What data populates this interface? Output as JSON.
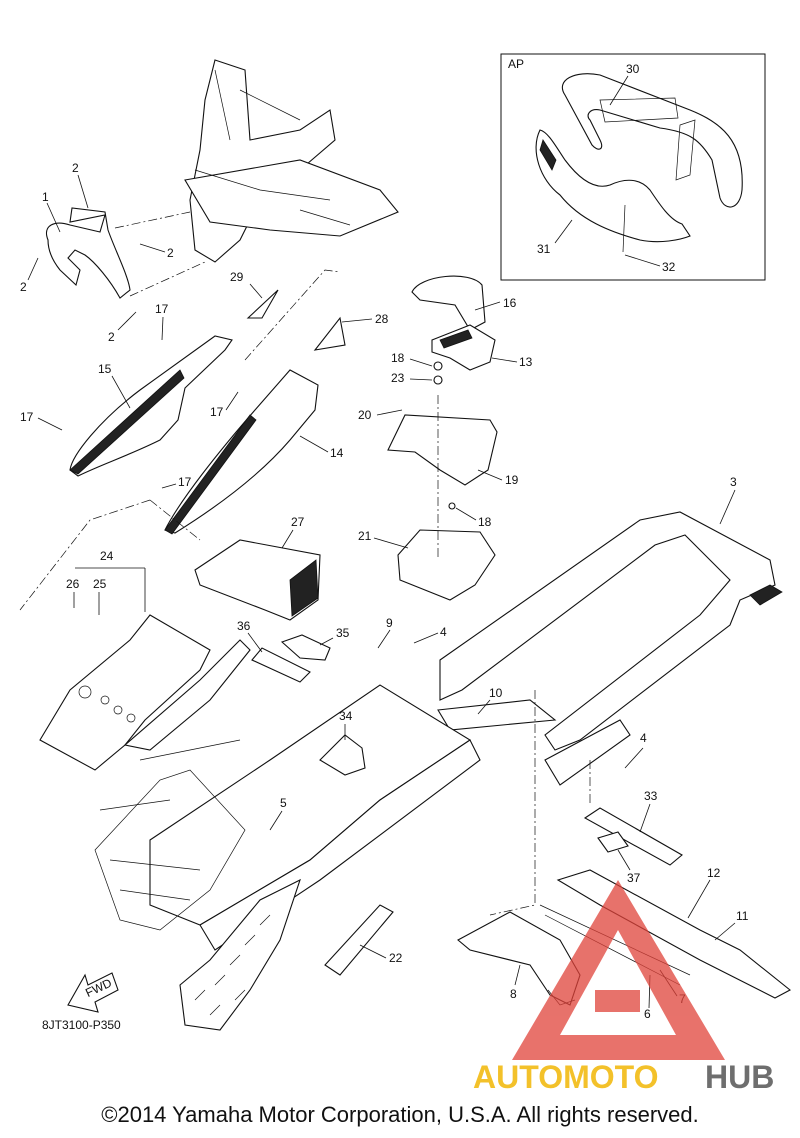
{
  "inset": {
    "label": "AP"
  },
  "callouts": {
    "c1": "1",
    "c2a": "2",
    "c2b": "2",
    "c2c": "2",
    "c2d": "2",
    "c3": "3",
    "c4a": "4",
    "c4b": "4",
    "c5": "5",
    "c6": "6",
    "c7": "7",
    "c8": "8",
    "c9": "9",
    "c10": "10",
    "c11": "11",
    "c12": "12",
    "c13": "13",
    "c14": "14",
    "c15": "15",
    "c16": "16",
    "c17a": "17",
    "c17b": "17",
    "c17c": "17",
    "c17d": "17",
    "c18a": "18",
    "c18b": "18",
    "c19": "19",
    "c20": "20",
    "c21": "21",
    "c22": "22",
    "c23": "23",
    "c24": "24",
    "c25": "25",
    "c26": "26",
    "c27": "27",
    "c28": "28",
    "c29": "29",
    "c30": "30",
    "c31": "31",
    "c32": "32",
    "c33": "33",
    "c34": "34",
    "c35": "35",
    "c36": "36",
    "c37": "37"
  },
  "fwd_label": "FWD",
  "diagram_code": "8JT3100-P350",
  "watermark": {
    "prefix": "AUTOMOTO",
    "suffix": "HUB",
    "prefix_color": "#f2b705",
    "suffix_color": "#555555",
    "logo_color": "#e0433a"
  },
  "copyright": "©2014 Yamaha Motor Corporation, U.S.A. All rights reserved."
}
